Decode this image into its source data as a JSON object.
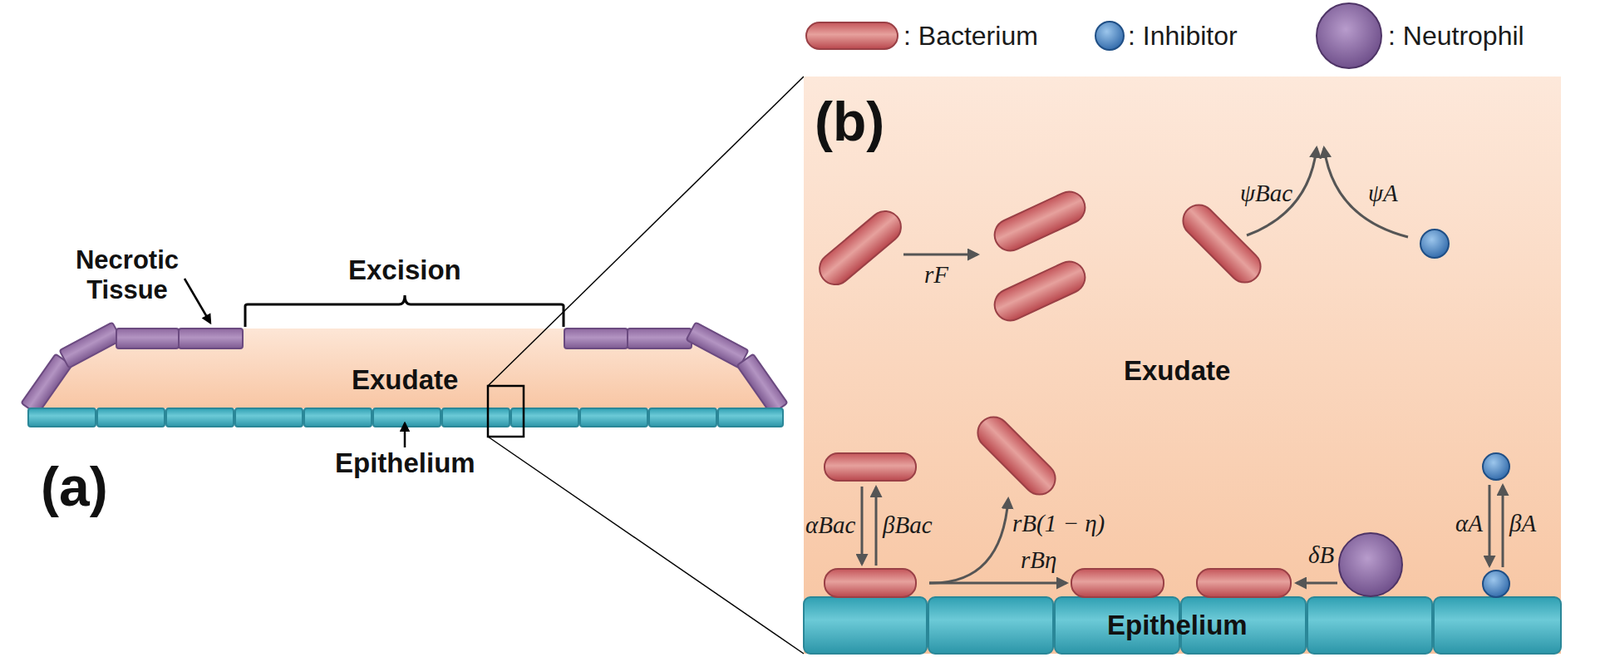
{
  "diagram": {
    "labels": [
      "Necrotic Tissue",
      "Excision",
      "Exudate",
      "Epithelium",
      "(a)",
      "(b)",
      "rF",
      "ψBac",
      "ψA",
      "Exudate",
      "αBac",
      "βBac",
      "rB(1 − η)",
      "rBη",
      "δB",
      "αA",
      "βA",
      "Epithelium"
    ],
    "legend": [
      {
        "text": ": Bacterium"
      },
      {
        "text": ": Inhibitor"
      },
      {
        "text": ": Neutrophil"
      }
    ]
  }
}
